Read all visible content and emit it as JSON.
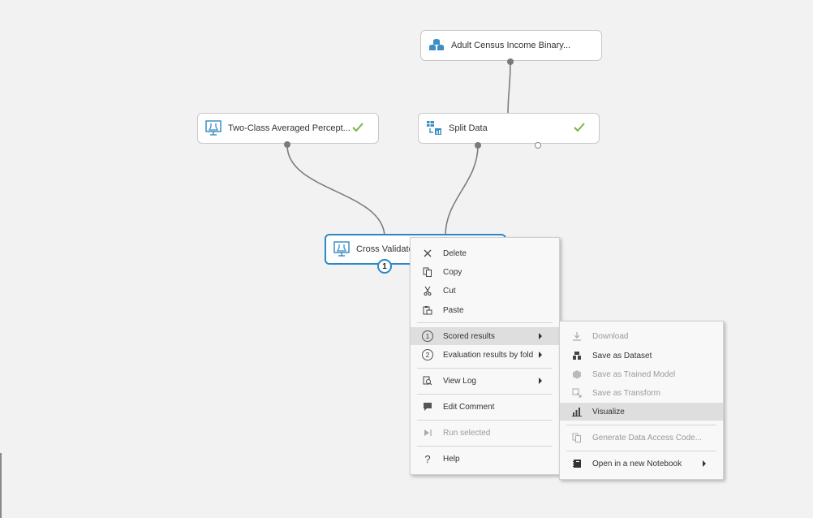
{
  "nodes": {
    "adult_census": {
      "label": "Adult Census Income Binary..."
    },
    "two_class": {
      "label": "Two-Class Averaged Percept..."
    },
    "split_data": {
      "label": "Split Data"
    },
    "cross_validate": {
      "label": "Cross Validate",
      "badge": "1"
    }
  },
  "context_menu": {
    "items": {
      "delete": "Delete",
      "copy": "Copy",
      "cut": "Cut",
      "paste": "Paste",
      "scored_results": "Scored results",
      "scored_results_num": "1",
      "evaluation_results": "Evaluation results by fold",
      "evaluation_results_num": "2",
      "view_log": "View Log",
      "edit_comment": "Edit Comment",
      "run_selected": "Run selected",
      "help": "Help"
    }
  },
  "submenu": {
    "items": {
      "download": "Download",
      "save_dataset": "Save as Dataset",
      "save_trained_model": "Save as Trained Model",
      "save_transform": "Save as Transform",
      "visualize": "Visualize",
      "generate_code": "Generate Data Access Code...",
      "open_notebook": "Open in a new Notebook"
    }
  },
  "colors": {
    "accent": "#2b88c8",
    "check": "#7ab648",
    "canvas": "#f2f2f2"
  },
  "icons": {
    "dataset": "dataset-icon",
    "model": "model-icon",
    "split": "split-data-icon",
    "check": "checkmark-icon"
  }
}
